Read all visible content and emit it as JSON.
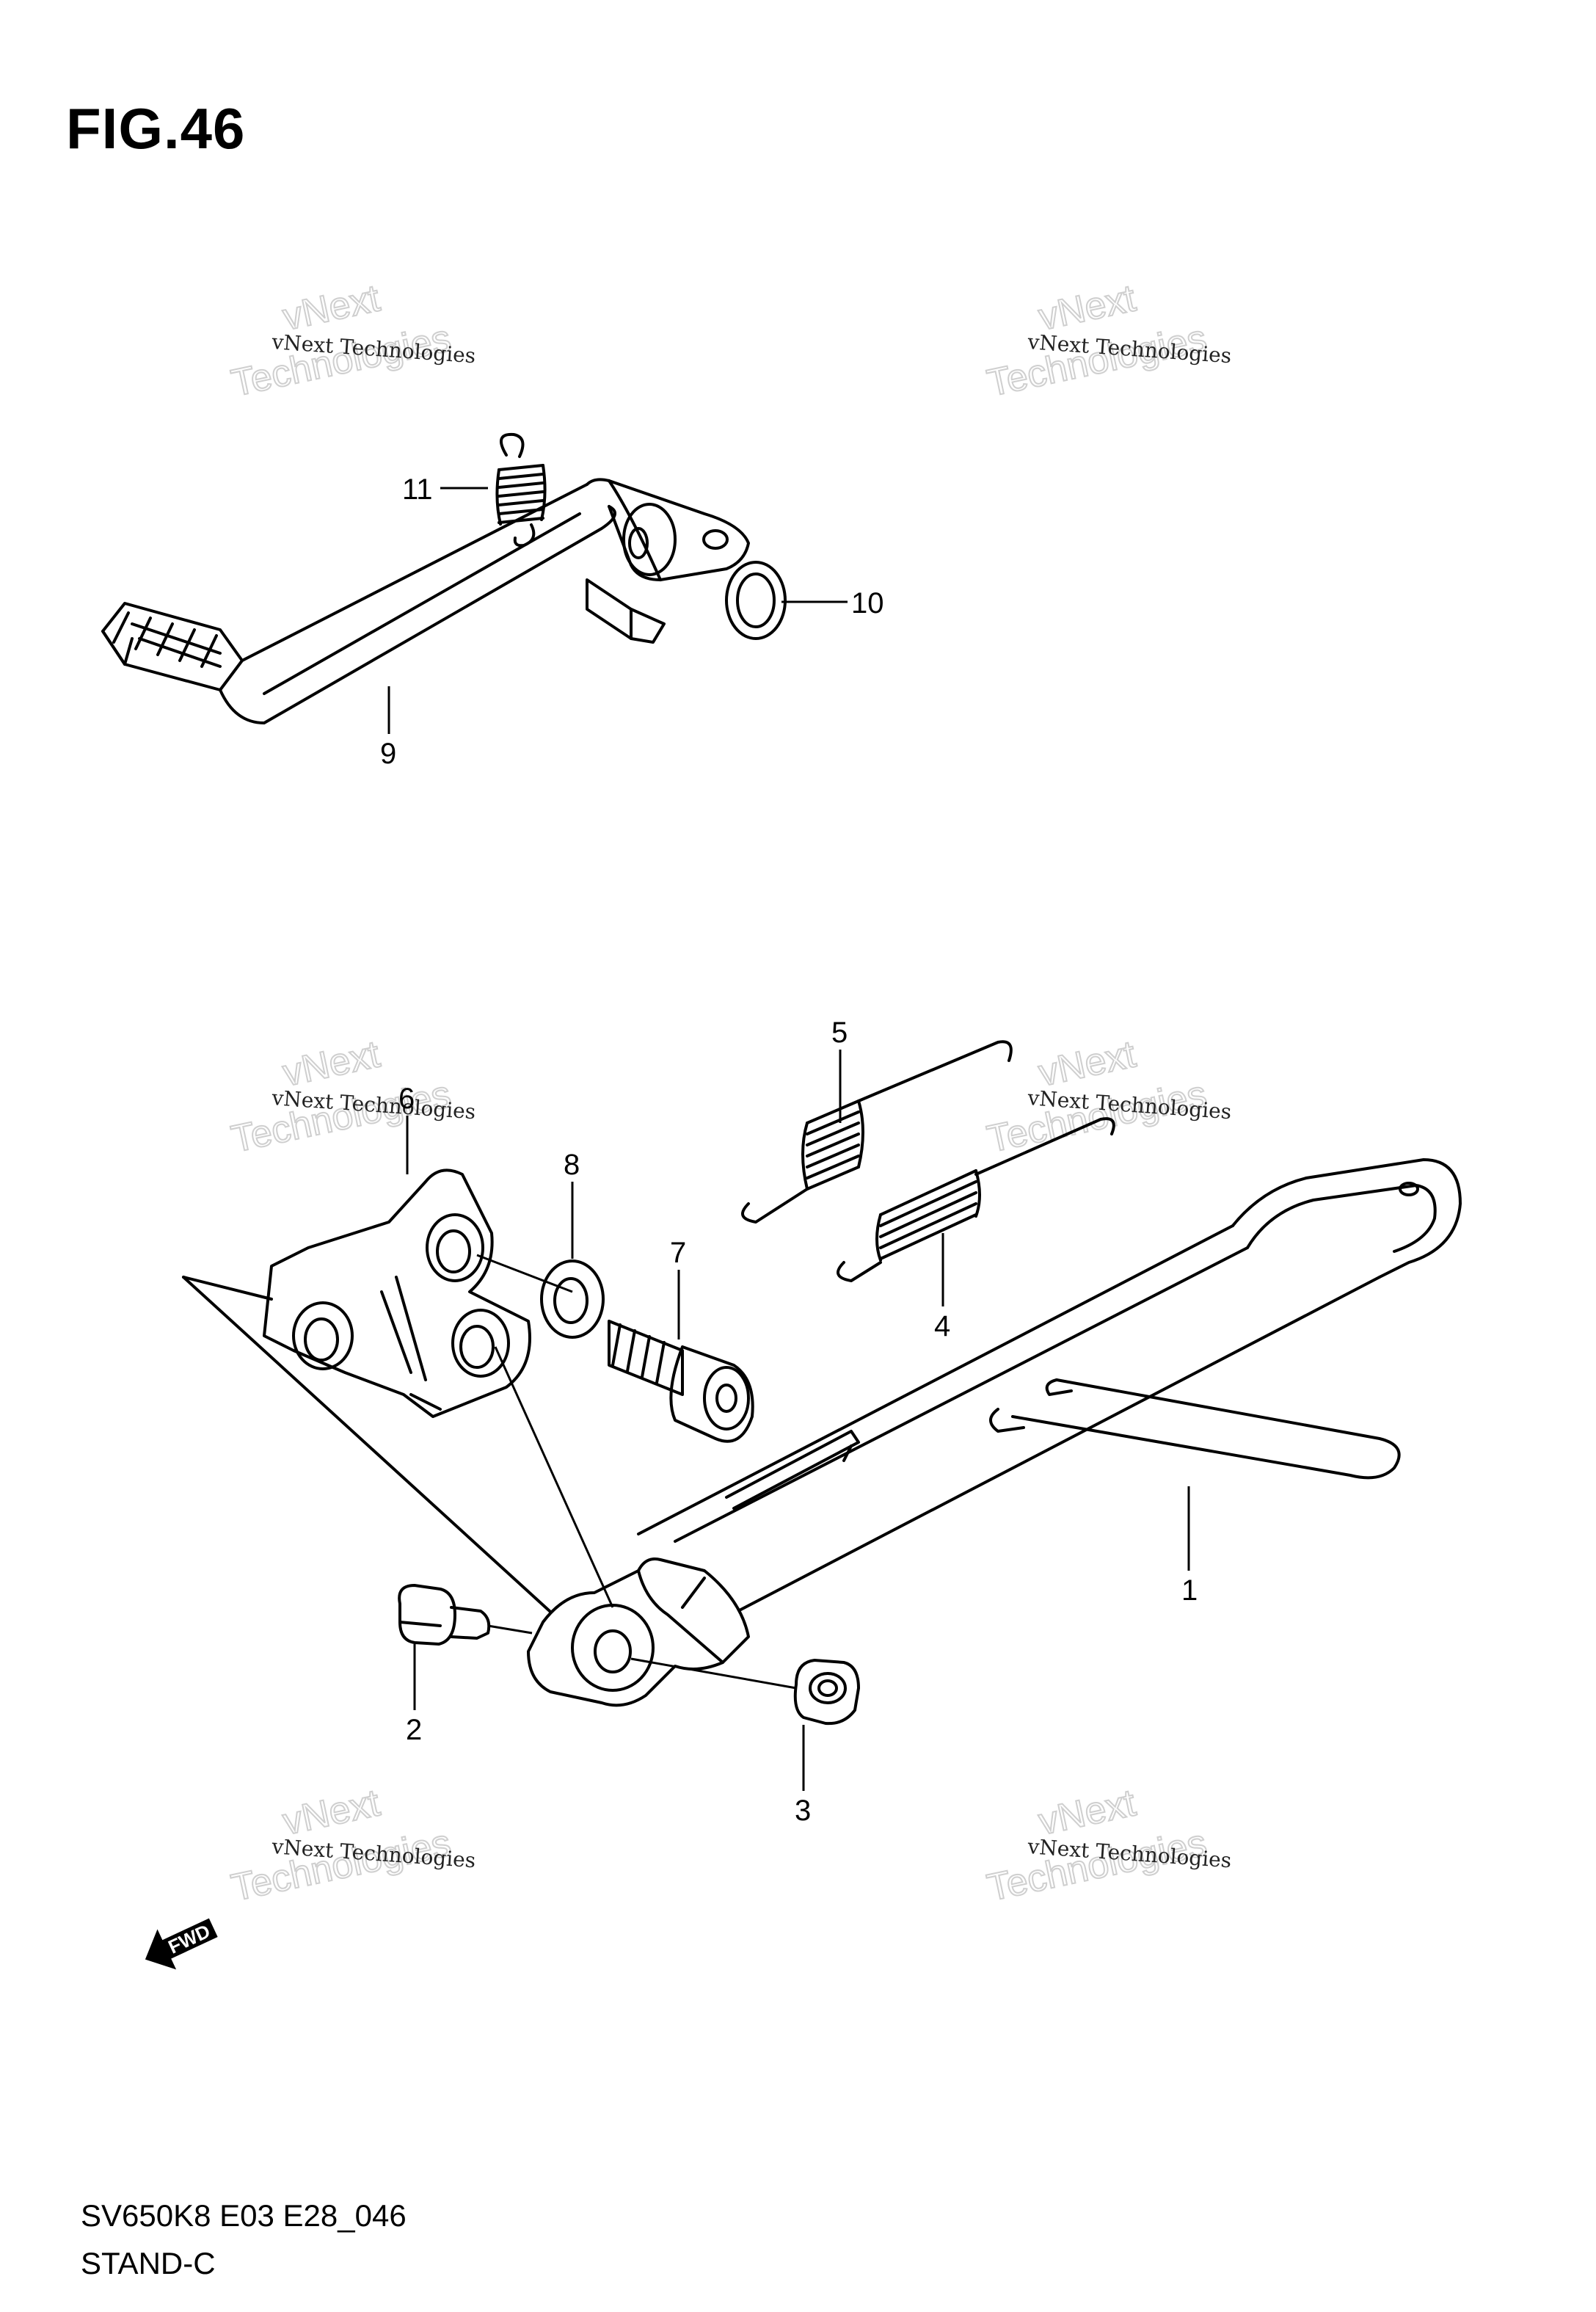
{
  "figure": {
    "title": "FIG.46",
    "diagram_code": "SV650K8 E03 E28_046",
    "section_name": "STAND-C"
  },
  "watermark": {
    "line_small": "vNext Technologies",
    "line_big_1": "vNext",
    "line_big_2": "Technologies"
  },
  "callouts": {
    "c1": "1",
    "c2": "2",
    "c3": "3",
    "c4": "4",
    "c5": "5",
    "c6": "6",
    "c7": "7",
    "c8": "8",
    "c9": "9",
    "c10": "10",
    "c11": "11"
  },
  "fwd_label": "FWD",
  "icons": {
    "fwd_arrow": "fwd-arrow-icon"
  }
}
